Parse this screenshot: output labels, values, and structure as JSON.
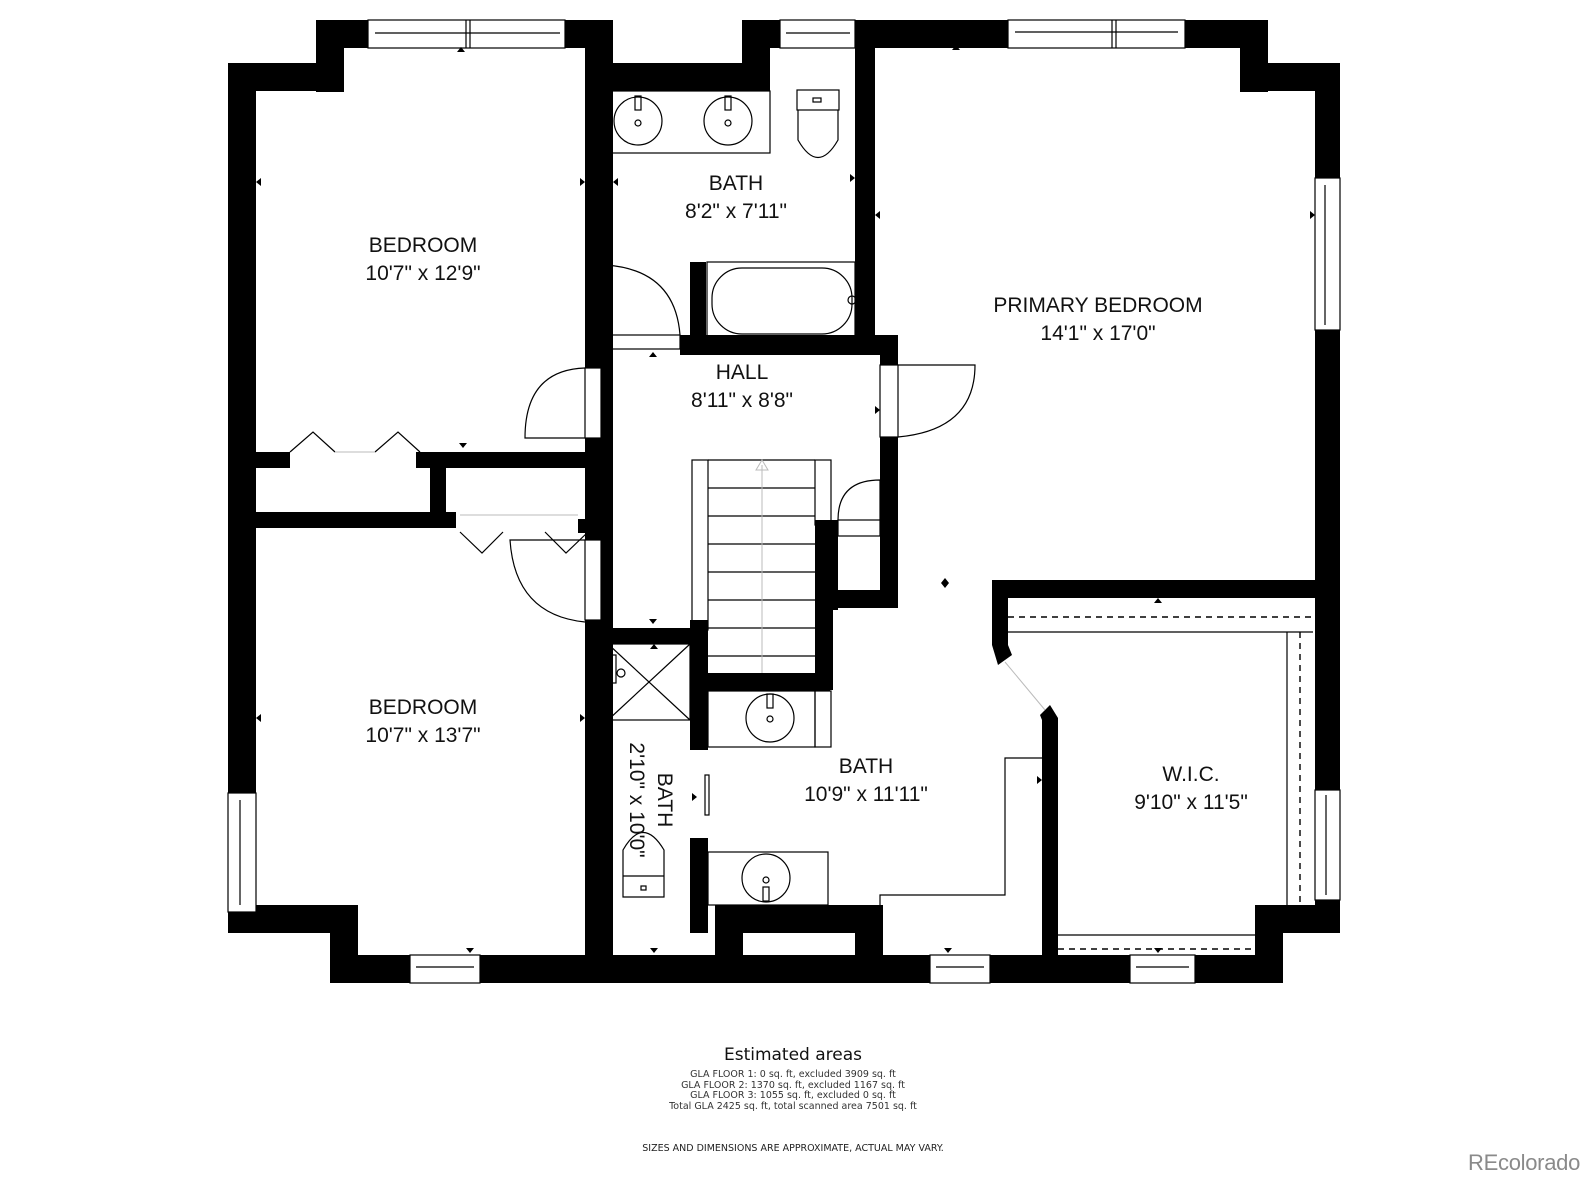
{
  "floor_plan": {
    "rooms": [
      {
        "id": "bedroom-1",
        "name": "BEDROOM",
        "dimensions": "10'7\" x 12'9\""
      },
      {
        "id": "bath-1",
        "name": "BATH",
        "dimensions": "8'2\" x 7'11\""
      },
      {
        "id": "primary-bedroom",
        "name": "PRIMARY BEDROOM",
        "dimensions": "14'1\" x 17'0\""
      },
      {
        "id": "hall",
        "name": "HALL",
        "dimensions": "8'11\" x 8'8\""
      },
      {
        "id": "bedroom-2",
        "name": "BEDROOM",
        "dimensions": "10'7\" x 13'7\""
      },
      {
        "id": "bath-2",
        "name": "BATH",
        "dimensions": "2'10\" x 10'0\""
      },
      {
        "id": "bath-3",
        "name": "BATH",
        "dimensions": "10'9\" x 11'11\""
      },
      {
        "id": "wic",
        "name": "W.I.C.",
        "dimensions": "9'10\" x 11'5\""
      }
    ],
    "colors": {
      "wall": "#000000",
      "background": "#ffffff",
      "brand": "#8a8a8a"
    }
  },
  "estimated_areas": {
    "title": "Estimated areas",
    "lines": [
      "GLA FLOOR 1: 0 sq. ft, excluded 3909 sq. ft",
      "GLA FLOOR 2: 1370 sq. ft, excluded 1167 sq. ft",
      "GLA FLOOR 3: 1055 sq. ft, excluded 0 sq. ft",
      "Total GLA 2425 sq. ft, total scanned area 7501 sq. ft"
    ]
  },
  "disclaimer": "SIZES AND DIMENSIONS ARE APPROXIMATE, ACTUAL MAY VARY.",
  "brand": "REcolorado"
}
